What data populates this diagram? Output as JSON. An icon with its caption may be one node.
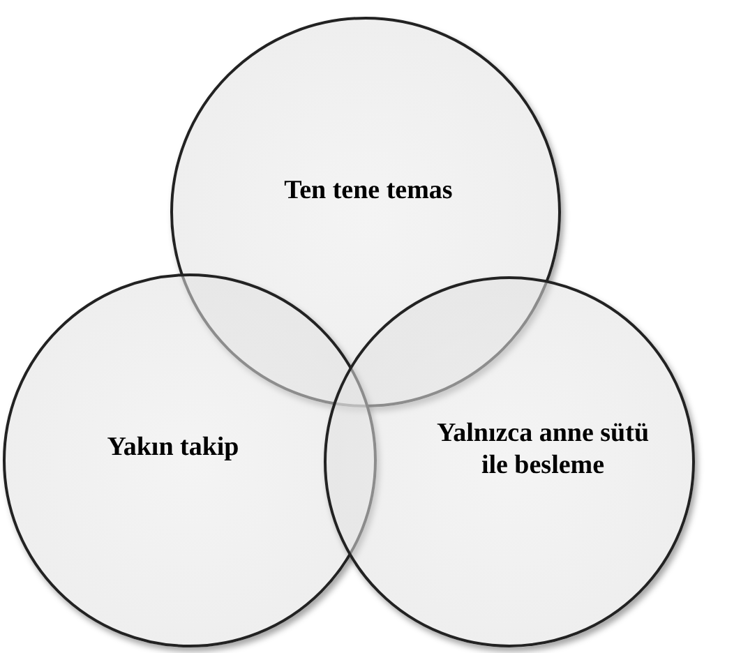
{
  "diagram": {
    "nodes": [
      {
        "text": [
          "Ten tene temas"
        ]
      },
      {
        "text": [
          "Yakın takip"
        ]
      },
      {
        "text": [
          "Yalnızca anne sütü ile besleme"
        ]
      }
    ]
  }
}
